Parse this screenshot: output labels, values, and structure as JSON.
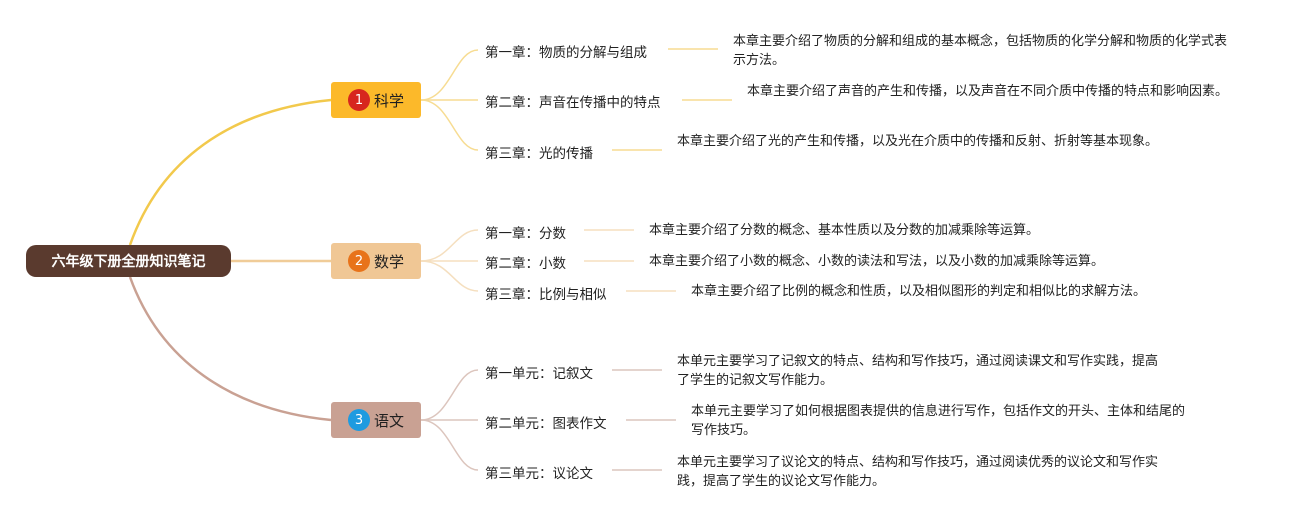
{
  "root": {
    "label": "六年级下册全册知识笔记"
  },
  "branches": [
    {
      "label": "科学",
      "badge": "1",
      "colors": {
        "fill": "#fcb92a",
        "line": "#f2c94c",
        "badge": "#d7261e",
        "sub_line": "#f7dc92"
      },
      "children": [
        {
          "chapter": "第一章：物质的分解与组成",
          "desc": "本章主要介绍了物质的分解和组成的基本概念，包括物质的化学分解和物质的化学式表示方法。"
        },
        {
          "chapter": "第二章：声音在传播中的特点",
          "desc": "本章主要介绍了声音的产生和传播，以及声音在不同介质中传播的特点和影响因素。"
        },
        {
          "chapter": "第三章：光的传播",
          "desc": "本章主要介绍了光的产生和传播，以及光在介质中的传播和反射、折射等基本现象。"
        }
      ]
    },
    {
      "label": "数学",
      "badge": "2",
      "colors": {
        "fill": "#f0c795",
        "line": "#f0cc98",
        "badge": "#e8731a",
        "sub_line": "#f5dfbf"
      },
      "children": [
        {
          "chapter": "第一章：分数",
          "desc": "本章主要介绍了分数的概念、基本性质以及分数的加减乘除等运算。"
        },
        {
          "chapter": "第二章：小数",
          "desc": "本章主要介绍了小数的概念、小数的读法和写法，以及小数的加减乘除等运算。"
        },
        {
          "chapter": "第三章：比例与相似",
          "desc": "本章主要介绍了比例的概念和性质，以及相似图形的判定和相似比的求解方法。"
        }
      ]
    },
    {
      "label": "语文",
      "badge": "3",
      "colors": {
        "fill": "#c9a193",
        "line": "#c9a193",
        "badge": "#1e9be0",
        "sub_line": "#dcc5bd"
      },
      "children": [
        {
          "chapter": "第一单元：记叙文",
          "desc": "本单元主要学习了记叙文的特点、结构和写作技巧，通过阅读课文和写作实践，提高了学生的记叙文写作能力。"
        },
        {
          "chapter": "第二单元：图表作文",
          "desc": "本单元主要学习了如何根据图表提供的信息进行写作，包括作文的开头、主体和结尾的写作技巧。"
        },
        {
          "chapter": "第三单元：议论文",
          "desc": "本单元主要学习了议论文的特点、结构和写作技巧，通过阅读优秀的议论文和写作实践，提高了学生的议论文写作能力。"
        }
      ]
    }
  ]
}
